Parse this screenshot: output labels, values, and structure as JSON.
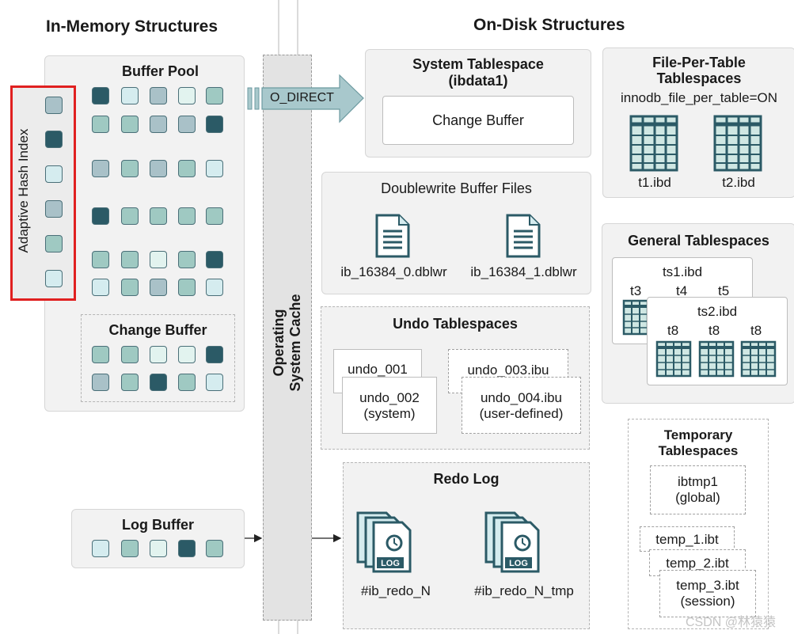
{
  "headers": {
    "in_memory": "In-Memory Structures",
    "on_disk": "On-Disk Structures"
  },
  "buffer_pool": {
    "title": "Buffer Pool"
  },
  "ahi": {
    "label": "Adaptive Hash Index"
  },
  "change_buffer_mem": {
    "title": "Change Buffer"
  },
  "log_buffer": {
    "title": "Log Buffer"
  },
  "os_cache": {
    "line1": "Operating",
    "line2": "System Cache"
  },
  "o_direct": {
    "label": "O_DIRECT"
  },
  "system_ts": {
    "title1": "System Tablespace",
    "title2": "(ibdata1)",
    "change_buffer": "Change Buffer"
  },
  "fpt": {
    "title1": "File-Per-Table",
    "title2": "Tablespaces",
    "setting": "innodb_file_per_table=ON",
    "files": [
      "t1.ibd",
      "t2.ibd"
    ]
  },
  "doublewrite": {
    "title": "Doublewrite Buffer Files",
    "files": [
      "ib_16384_0.dblwr",
      "ib_16384_1.dblwr"
    ]
  },
  "general_ts": {
    "title": "General Tablespaces",
    "ts1": "ts1.ibd",
    "ts1_tables": [
      "t3",
      "t4",
      "t5"
    ],
    "ts2": "ts2.ibd",
    "ts2_tables": [
      "t8",
      "t8",
      "t8"
    ]
  },
  "undo": {
    "title": "Undo Tablespaces",
    "u1": "undo_001",
    "u2a": "undo_002",
    "u2b": "(system)",
    "u3": "undo_003.ibu",
    "u4a": "undo_004.ibu",
    "u4b": "(user-defined)"
  },
  "redo": {
    "title": "Redo Log",
    "log_label": "LOG",
    "f1": "#ib_redo_N",
    "f2": "#ib_redo_N_tmp"
  },
  "temp": {
    "title1": "Temporary",
    "title2": "Tablespaces",
    "g1": "ibtmp1",
    "g2": "(global)",
    "t1": "temp_1.ibt",
    "t2": "temp_2.ibt",
    "t3a": "temp_3.ibt",
    "t3b": "(session)"
  },
  "watermark": "CSDN @林猿猿",
  "colors": {
    "highlight": "#e02020",
    "arrow": "#a8c8cc",
    "dark_cell": "#2b5a66",
    "teal_cell": "#9fc9c2"
  }
}
